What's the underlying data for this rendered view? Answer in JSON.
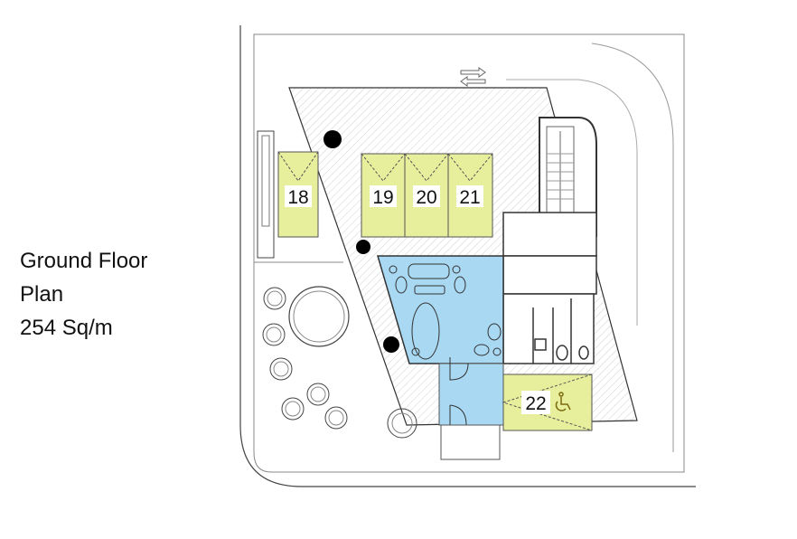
{
  "title": {
    "line1": "Ground Floor",
    "line2": "Plan",
    "area": "254 Sq/m"
  },
  "parking_spaces": [
    "18",
    "19",
    "20",
    "21",
    "22"
  ],
  "accessible_space": "22",
  "colors": {
    "parking": "#e8ef9c",
    "lounge": "#a9d8f2",
    "hatch": "#d9d9d9",
    "line": "#333333"
  }
}
